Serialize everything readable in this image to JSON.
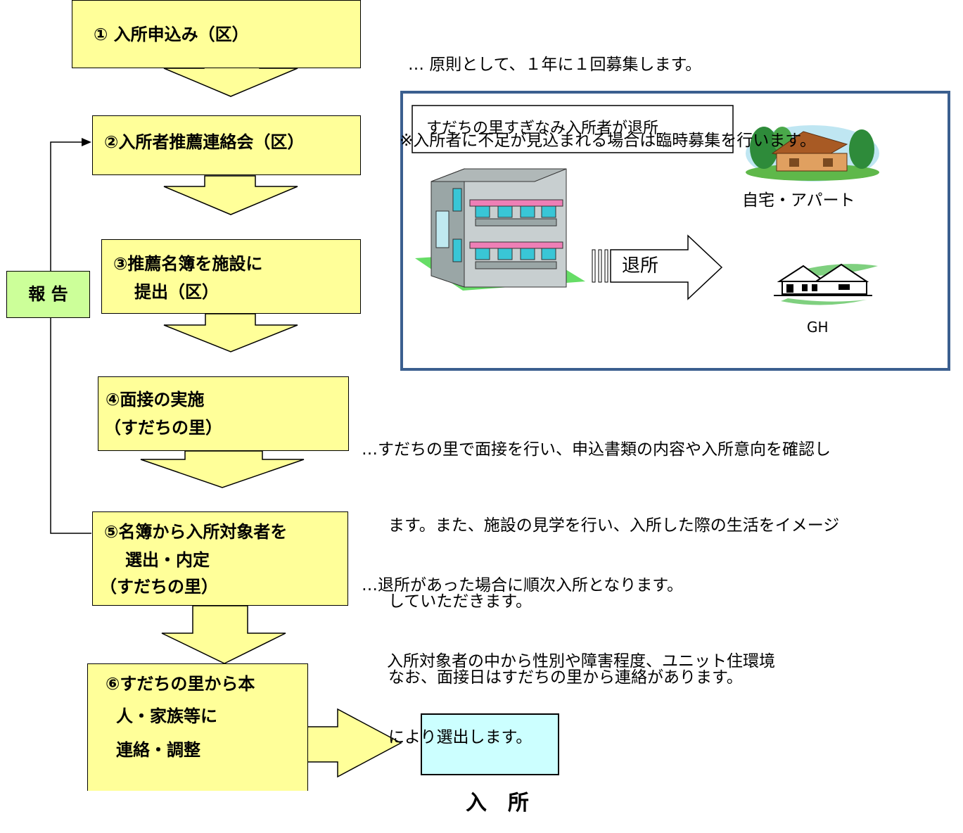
{
  "steps": {
    "s1": {
      "lines": [
        "① 入所申込み（区）"
      ]
    },
    "s2": {
      "lines": [
        "②入所者推薦連絡会（区）"
      ]
    },
    "s3": {
      "lines": [
        "③推薦名簿を施設に",
        "提出（区）"
      ]
    },
    "s4": {
      "lines": [
        "④面接の実施",
        "（すだちの里）"
      ]
    },
    "s5": {
      "lines": [
        "⑤名簿から入所対象者を",
        "選出・内定",
        "（すだちの里）"
      ]
    },
    "s6": {
      "lines": [
        "⑥すだちの里から本",
        "人・家族等に",
        "連絡・調整"
      ]
    }
  },
  "report_label": "報 告",
  "final_label": "入　所",
  "notes": {
    "top": [
      "… 原則として、１年に１回募集します。",
      "※入所者に不足が見込まれる場合は臨時募集を行います。"
    ],
    "interview": [
      "…すだちの里で面接を行い、申込書類の内容や入所意向を確認し",
      "ます。また、施設の見学を行い、入所した際の生活をイメージ",
      "していただきます。",
      "なお、面接日はすだちの里から連絡があります。"
    ],
    "selection": [
      "…退所があった場合に順次入所となります。",
      "入所対象者の中から性別や障害程度、ユニット住環境",
      "により選出します。"
    ]
  },
  "panel": {
    "caption": "すだちの里すぎなみ入所者が退所",
    "exit_label": "退所",
    "home_label": "自宅・アパート",
    "gh_label": "GH"
  },
  "colors": {
    "step_fill": "#ffff99",
    "report_fill": "#ccff99",
    "final_fill": "#ccffff",
    "panel_border": "#3b5f8f"
  }
}
